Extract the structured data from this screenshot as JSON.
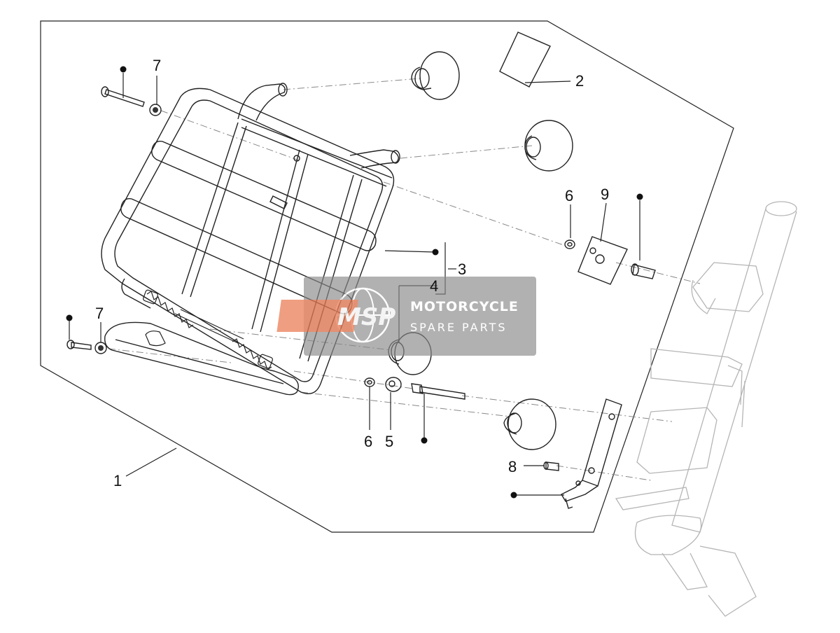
{
  "diagram": {
    "type": "exploded-parts-view",
    "callouts": [
      {
        "id": "c1",
        "label": "1"
      },
      {
        "id": "c2",
        "label": "2"
      },
      {
        "id": "c3",
        "label": "3"
      },
      {
        "id": "c4",
        "label": "4"
      },
      {
        "id": "c5",
        "label": "5"
      },
      {
        "id": "c6a",
        "label": "6"
      },
      {
        "id": "c6b",
        "label": "6"
      },
      {
        "id": "c7a",
        "label": "7"
      },
      {
        "id": "c7b",
        "label": "7"
      },
      {
        "id": "c8",
        "label": "8"
      },
      {
        "id": "c9",
        "label": "9"
      }
    ]
  },
  "watermark": {
    "logo": "MSP",
    "title": "MOTORCYCLE",
    "subtitle": "SPARE PARTS",
    "accent_color": "#e8734a",
    "box_color": "#8a8a8a"
  }
}
